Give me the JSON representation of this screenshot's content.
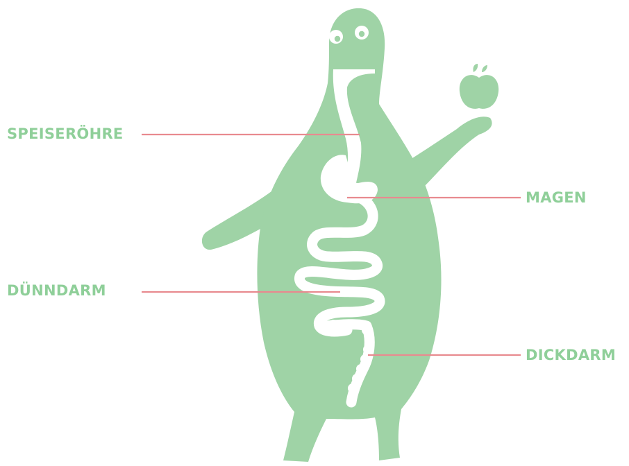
{
  "colors": {
    "body": "#9fd3a6",
    "organ": "#ffffff",
    "leader_line": "#e88a8f",
    "label_text": "#8fcf99",
    "background": "#ffffff"
  },
  "labels": {
    "speiseroehre": "SPEISERÖHRE",
    "magen": "MAGEN",
    "duenndarm": "DÜNNDARM",
    "dickdarm": "DICKDARM"
  },
  "icons": {
    "figure": "character-figure",
    "apple": "apple-icon"
  }
}
